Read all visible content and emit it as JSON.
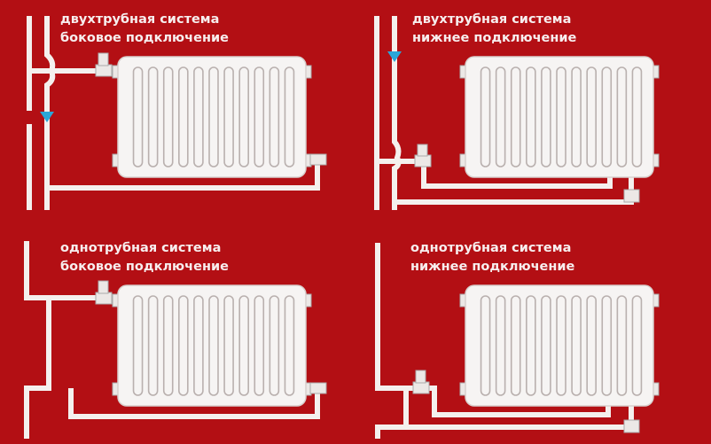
{
  "panels": [
    {
      "title_line1": "двухтрубная система",
      "title_line2": "боковое подключение"
    },
    {
      "title_line1": "двухтрубная система",
      "title_line2": "нижнее подключение"
    },
    {
      "title_line1": "однотрубная система",
      "title_line2": "боковое подключение"
    },
    {
      "title_line1": "однотрубная система",
      "title_line2": "нижнее подключение"
    }
  ],
  "colors": {
    "background": "#b30f14",
    "pipe": "#f4f0ee",
    "flow_arrow": "#2aa6d8"
  },
  "radiator_sections": 11
}
